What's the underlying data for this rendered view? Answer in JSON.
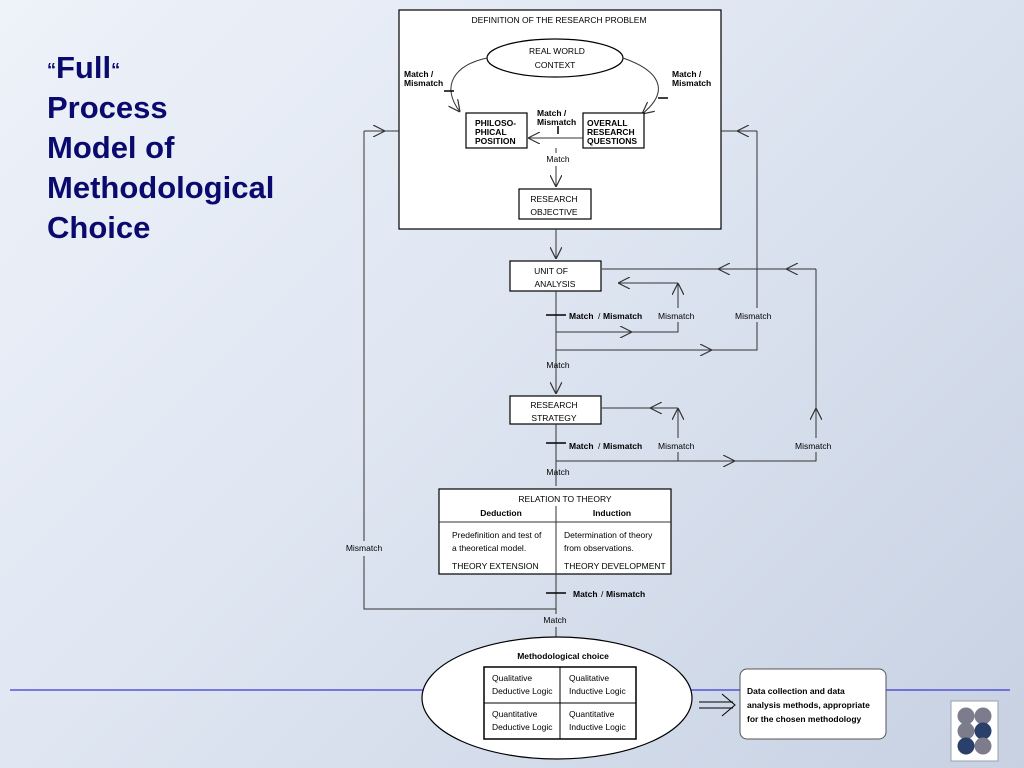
{
  "title": {
    "quote_open": "“",
    "word1": "Full",
    "quote_close": "“",
    "line2": "Process",
    "line3": "Model of",
    "line4": "Methodological",
    "line5": "Choice"
  },
  "definition_box": {
    "header": "DEFINITION OF THE RESEARCH PROBLEM",
    "real_world_1": "REAL WORLD",
    "real_world_2": "CONTEXT",
    "left_match_1": "Match /",
    "left_match_2": "Mismatch",
    "right_match_1": "Match /",
    "right_match_2": "Mismatch",
    "mid_match_1": "Match /",
    "mid_match_2": "Mismatch",
    "philo_1": "PHILOSO-",
    "philo_2": "PHICAL",
    "philo_3": "POSITION",
    "overall_1": "OVERALL",
    "overall_2": "RESEARCH",
    "overall_3": "QUESTIONS",
    "match": "Match",
    "objective_1": "RESEARCH",
    "objective_2": "OBJECTIVE"
  },
  "unit_of_analysis": {
    "line1": "UNIT OF",
    "line2": "ANALYSIS",
    "match_a": "Match",
    "slash": "/",
    "mismatch_a": "Mismatch",
    "mismatch_inner": "Mismatch",
    "mismatch_outer": "Mismatch",
    "match_below": "Match"
  },
  "research_strategy": {
    "line1": "RESEARCH",
    "line2": "STRATEGY",
    "match_a": "Match",
    "slash": "/",
    "mismatch_a": "Mismatch",
    "mismatch_inner": "Mismatch",
    "mismatch_outer": "Mismatch",
    "match_below": "Match"
  },
  "relation_to_theory": {
    "header": "RELATION TO THEORY",
    "col1": "Deduction",
    "col2": "Induction",
    "ded_text_1": "Predefinition and test of",
    "ded_text_2": "a theoretical model.",
    "ded_label": "THEORY EXTENSION",
    "ind_text_1": "Determination of theory",
    "ind_text_2": "from observations.",
    "ind_label": "THEORY DEVELOPMENT",
    "left_mismatch": "Mismatch",
    "match_a": "Match",
    "slash": "/",
    "mismatch_a": "Mismatch",
    "match_below": "Match"
  },
  "methodological_choice": {
    "header": "Methodological choice",
    "q_ded_1": "Qualitative",
    "q_ded_2": "Deductive Logic",
    "q_ind_1": "Qualitative",
    "q_ind_2": "Inductive Logic",
    "n_ded_1": "Quantitative",
    "n_ded_2": "Deductive Logic",
    "n_ind_1": "Quantitative",
    "n_ind_2": "Inductive Logic"
  },
  "data_collection": {
    "line1": "Data collection and data",
    "line2": "analysis methods, appropriate",
    "line3": "for the chosen methodology"
  },
  "colors": {
    "title": "#0a0a6e",
    "rule": "#3a3ad0",
    "logo_grey": "#7c7c8c",
    "logo_navy": "#2a3f6a"
  },
  "icons": {
    "logo": "four-circle-logo-icon"
  }
}
